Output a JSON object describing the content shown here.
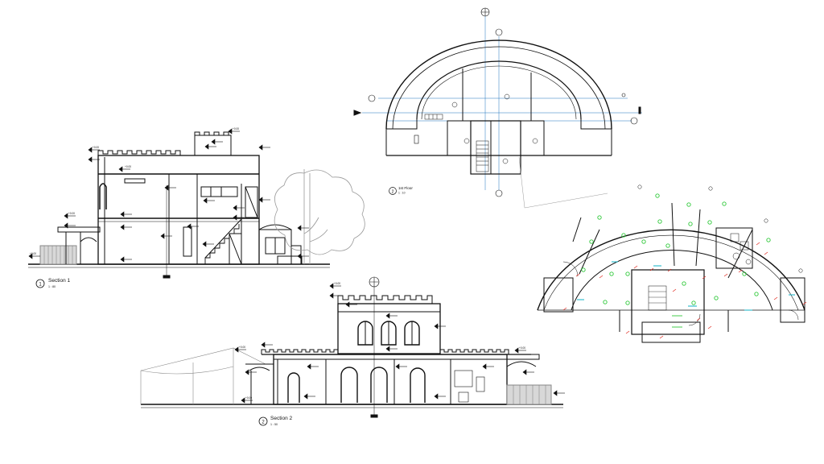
{
  "drawings": [
    {
      "number": "1",
      "title": "Section 1",
      "scale": "1 : 80"
    },
    {
      "number": "2",
      "title": "1st Floor",
      "scale": "1 : 10"
    },
    {
      "number": "2",
      "title": "Section 2",
      "scale": "1 : 50"
    }
  ],
  "level_tag": "+0.00",
  "colors": {
    "line": "#111111",
    "grid": "#1e73be",
    "red": "#e0241b",
    "green": "#2fc93a",
    "cyan": "#23b7c9",
    "tree": "#9a9a9a"
  },
  "icons": [
    "section-head-icon",
    "grid-bubble-icon",
    "level-marker-icon",
    "light-fixture-icon",
    "tree-outline-icon"
  ]
}
